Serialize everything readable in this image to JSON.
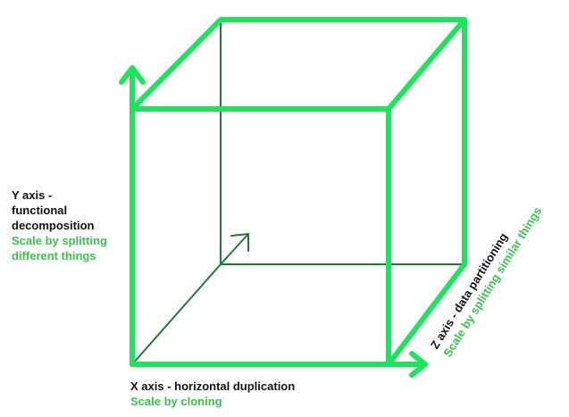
{
  "colors": {
    "bold_edge": "#1ee35c",
    "thin_edge": "#1d7a3b",
    "title_text": "#111111",
    "subtitle_text": "#3cc24f"
  },
  "labels": {
    "y_axis": {
      "title_lines": [
        "Y axis -",
        "functional",
        "decomposition"
      ],
      "sub_lines": [
        "Scale by splitting",
        "different things"
      ]
    },
    "x_axis": {
      "title_lines": [
        "X axis - horizontal duplication"
      ],
      "sub_lines": [
        "Scale by cloning"
      ]
    },
    "z_axis": {
      "title_lines": [
        "Z axis - data partitioning"
      ],
      "sub_lines": [
        "Scale by splitting similar things"
      ]
    }
  }
}
